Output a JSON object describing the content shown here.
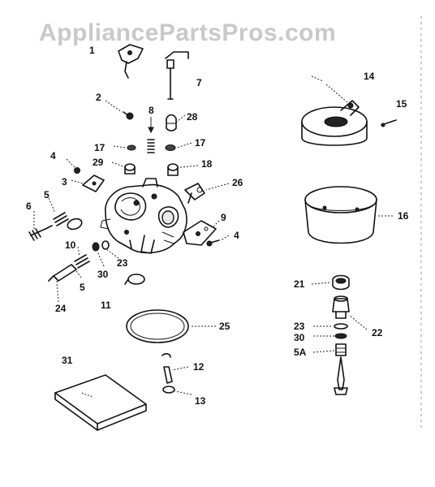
{
  "watermark": "AppliancePartsPros.com",
  "callouts": [
    {
      "id": "c1",
      "text": "1"
    },
    {
      "id": "c7",
      "text": "7"
    },
    {
      "id": "c2",
      "text": "2"
    },
    {
      "id": "c8",
      "text": "8"
    },
    {
      "id": "c28a",
      "text": "28"
    },
    {
      "id": "c17a",
      "text": "17"
    },
    {
      "id": "c17b",
      "text": "17"
    },
    {
      "id": "c29",
      "text": "29"
    },
    {
      "id": "c18",
      "text": "18"
    },
    {
      "id": "c4a",
      "text": "4"
    },
    {
      "id": "c3",
      "text": "3"
    },
    {
      "id": "c26",
      "text": "26"
    },
    {
      "id": "c5a",
      "text": "5"
    },
    {
      "id": "c6",
      "text": "6"
    },
    {
      "id": "c9",
      "text": "9"
    },
    {
      "id": "c4b",
      "text": "4"
    },
    {
      "id": "c10",
      "text": "10"
    },
    {
      "id": "c23a",
      "text": "23"
    },
    {
      "id": "c30a",
      "text": "30"
    },
    {
      "id": "c5b",
      "text": "5"
    },
    {
      "id": "c24",
      "text": "24"
    },
    {
      "id": "c11",
      "text": "11"
    },
    {
      "id": "c25",
      "text": "25"
    },
    {
      "id": "c31",
      "text": "31"
    },
    {
      "id": "c12",
      "text": "12"
    },
    {
      "id": "c13",
      "text": "13"
    },
    {
      "id": "c14",
      "text": "14"
    },
    {
      "id": "c15",
      "text": "15"
    },
    {
      "id": "c16",
      "text": "16"
    },
    {
      "id": "c21",
      "text": "21"
    },
    {
      "id": "c22",
      "text": "22"
    },
    {
      "id": "c23b",
      "text": "23"
    },
    {
      "id": "c30b",
      "text": "30"
    },
    {
      "id": "c5A",
      "text": "5A"
    }
  ]
}
